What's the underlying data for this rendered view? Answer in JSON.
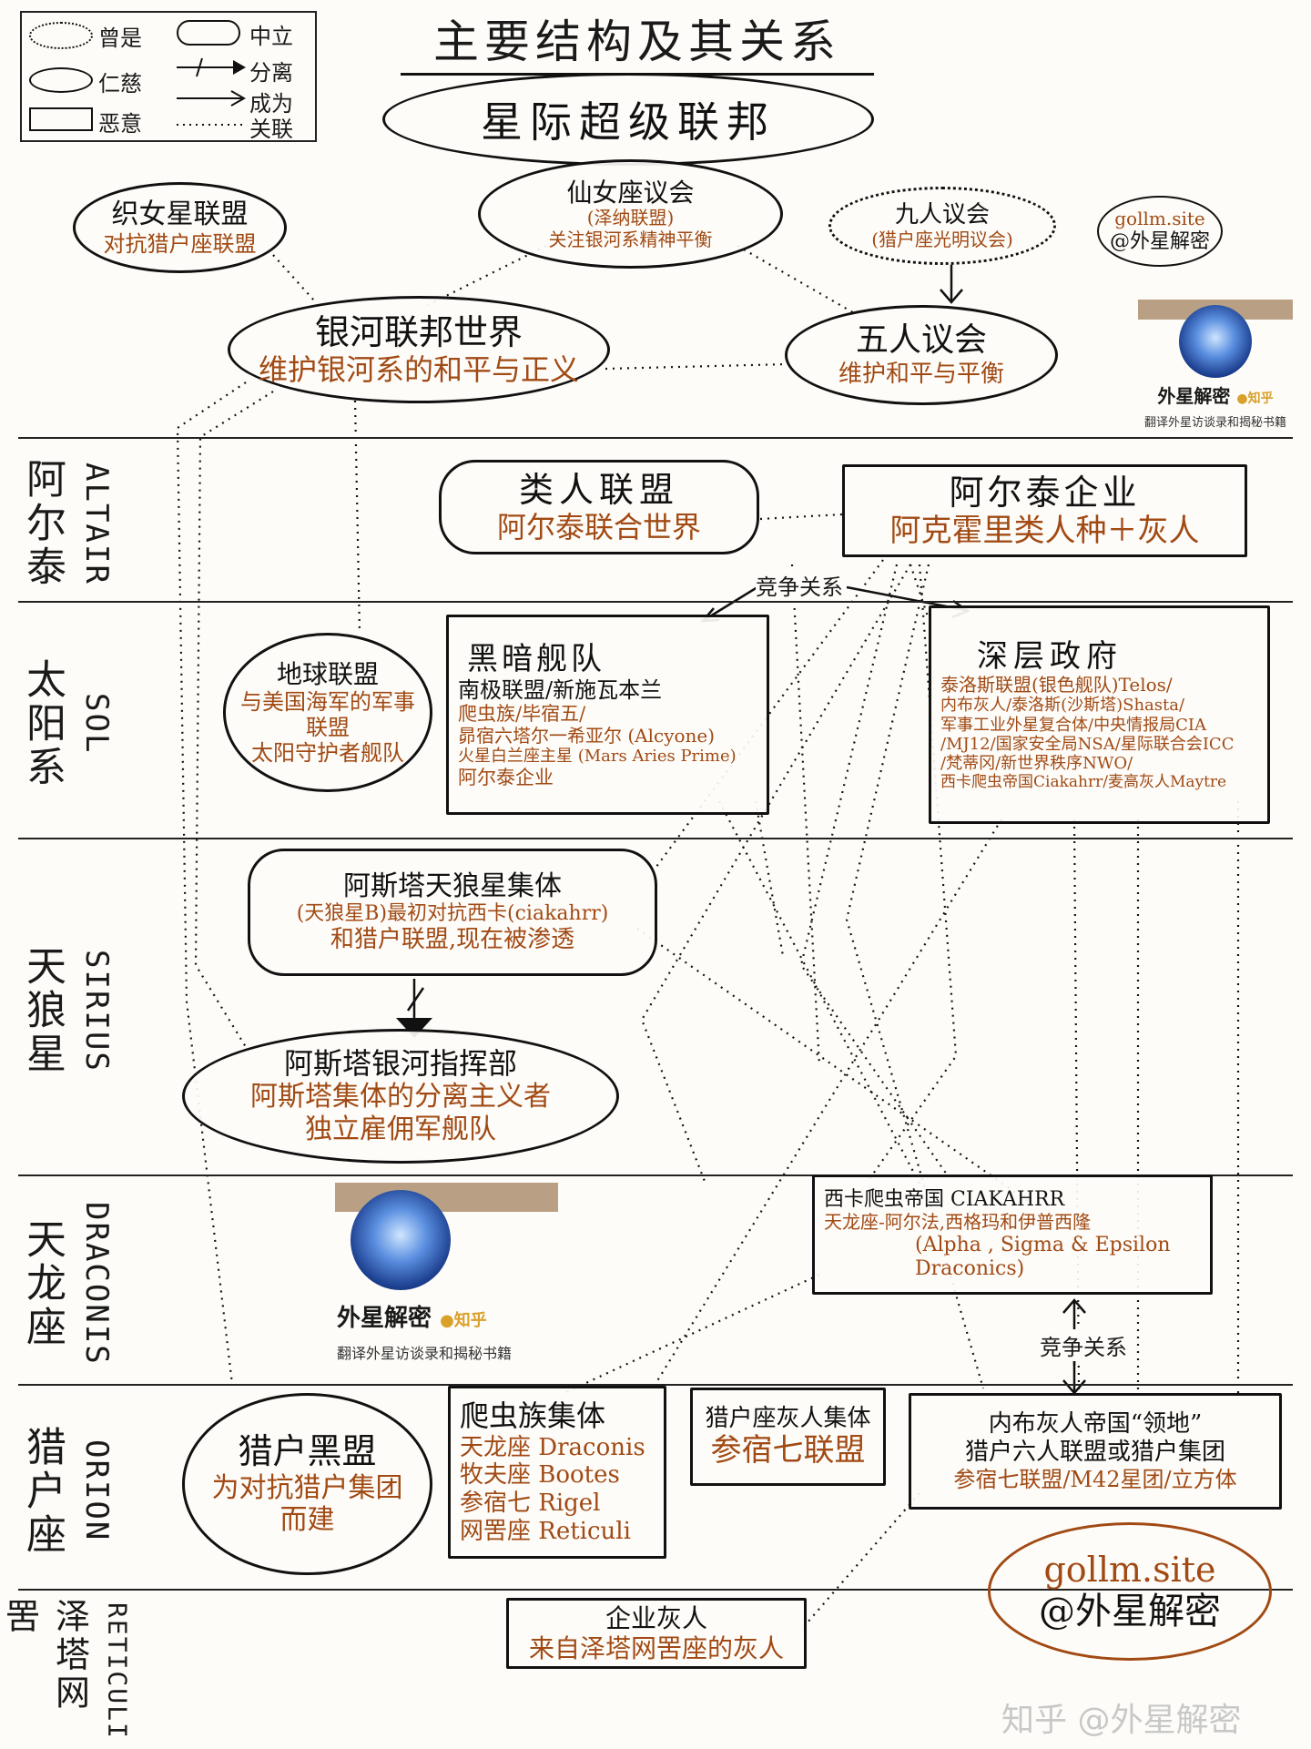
{
  "title": "主要结构及其关系",
  "top_node": "星际超级联邦",
  "legend": {
    "formerly": "曾是",
    "benevolent": "仁慈",
    "malevolent": "恶意",
    "neutral": "中立",
    "separated": "分离",
    "became": "成为",
    "associated": "关联"
  },
  "lanes": [
    {
      "cn": "阿尔泰",
      "en": "ALTAIR"
    },
    {
      "cn": "太阳系",
      "en": "SOL"
    },
    {
      "cn": "天狼星",
      "en": "SIRIUS"
    },
    {
      "cn": "天龙座",
      "en": "DRACONIS"
    },
    {
      "cn": "猎户座",
      "en": "ORION"
    },
    {
      "cn": "泽塔网罟",
      "en": "RETICULI"
    }
  ],
  "nodes": {
    "lyra": {
      "name": "织女星联盟",
      "desc": "对抗猎户座联盟"
    },
    "andromeda": {
      "name": "仙女座议会",
      "sub": "(泽纳联盟)",
      "desc": "关注银河系精神平衡"
    },
    "nine": {
      "name": "九人议会",
      "sub": "(猎户座光明议会)"
    },
    "galactic": {
      "name": "银河联邦世界",
      "desc": "维护银河系的和平与正义"
    },
    "five": {
      "name": "五人议会",
      "desc": "维护和平与平衡"
    },
    "humanoid": {
      "name": "类人联盟",
      "desc": "阿尔泰联合世界"
    },
    "altair_corp": {
      "name": "阿尔泰企业",
      "desc": "阿克霍里类人种＋灰人"
    },
    "earth": {
      "name": "地球联盟",
      "desc1": "与美国海军的军事",
      "desc2": "联盟",
      "desc3": "太阳守护者舰队"
    },
    "dark_fleet": {
      "name": "黑暗舰队",
      "lines": [
        "南极联盟/新施瓦本兰",
        "爬虫族/毕宿五/",
        "昴宿六塔尔一希亚尔 (Alcyone)",
        "火星白兰座主星 (Mars Aries Prime)",
        "阿尔泰企业"
      ]
    },
    "deep_state": {
      "name": "深层政府",
      "lines": [
        "泰洛斯联盟(银色舰队)Telos/",
        "内布灰人/泰洛斯(沙斯塔)Shasta/",
        "军事工业外星复合体/中央情报局CIA",
        "/MJ12/国家安全局NSA/星际联合会ICC",
        "/梵蒂冈/新世界秩序NWO/",
        "西卡爬虫帝国Ciakahrr/麦高灰人Maytre"
      ]
    },
    "ashtar_collective": {
      "name": "阿斯塔天狼星集体",
      "desc1": "(天狼星B)最初对抗西卡(ciakahrr)",
      "desc2": "和猎户联盟,现在被渗透"
    },
    "ashtar_command": {
      "name": "阿斯塔银河指挥部",
      "desc1": "阿斯塔集体的分离主义者",
      "desc2": "独立雇佣军舰队"
    },
    "ciakahrr": {
      "name": "西卡爬虫帝国 CIAKAHRR",
      "desc1": "天龙座-阿尔法,西格玛和伊普西隆",
      "desc2": "(Alpha , Sigma & Epsilon",
      "desc3": "Draconics)"
    },
    "black_league": {
      "name": "猎户黑盟",
      "desc": "为对抗猎户集团而建"
    },
    "reptilian": {
      "name": "爬虫族集体",
      "lines": [
        "天龙座 Draconis",
        "牧夫座 Bootes",
        "参宿七 Rigel",
        "网罟座 Reticuli"
      ]
    },
    "orion_grey": {
      "name": "猎户座灰人集体",
      "desc": "参宿七联盟"
    },
    "nebu": {
      "name": "内布灰人帝国“领地”",
      "desc1": "猎户六人联盟或猎户集团",
      "desc2": "参宿七联盟/M42星团/立方体"
    },
    "corp_grey": {
      "name": "企业灰人",
      "desc": "来自泽塔网罟座的灰人"
    }
  },
  "competition": "竞争关系",
  "watermarks": {
    "site": "gollm.site",
    "handle": "@外星解密",
    "account": "外星解密",
    "platform": "知乎",
    "tagline": "翻译外星访谈录和揭秘书籍",
    "footer": "知乎 @外星解密"
  }
}
